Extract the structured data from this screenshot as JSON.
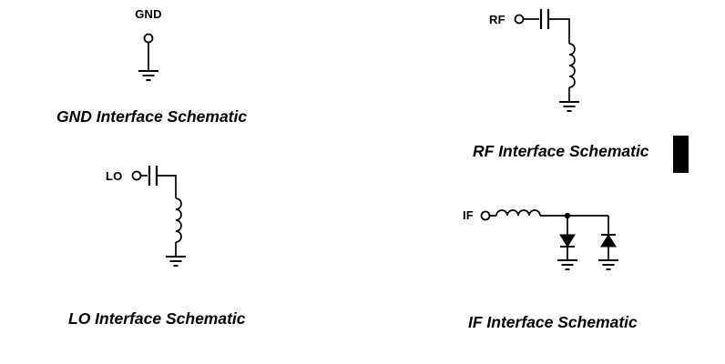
{
  "figure": {
    "background": "#ffffff",
    "line_color": "#000000"
  },
  "schematics": [
    {
      "id": "gnd",
      "pin_label": "GND",
      "caption": "GND Interface Schematic"
    },
    {
      "id": "rf",
      "pin_label": "RF",
      "caption": "RF Interface Schematic"
    },
    {
      "id": "lo",
      "pin_label": "LO",
      "caption": "LO Interface Schematic"
    },
    {
      "id": "if",
      "pin_label": "IF",
      "caption": "IF Interface Schematic"
    }
  ],
  "marker": {
    "name": "revision-change-bar",
    "color": "#000000"
  }
}
